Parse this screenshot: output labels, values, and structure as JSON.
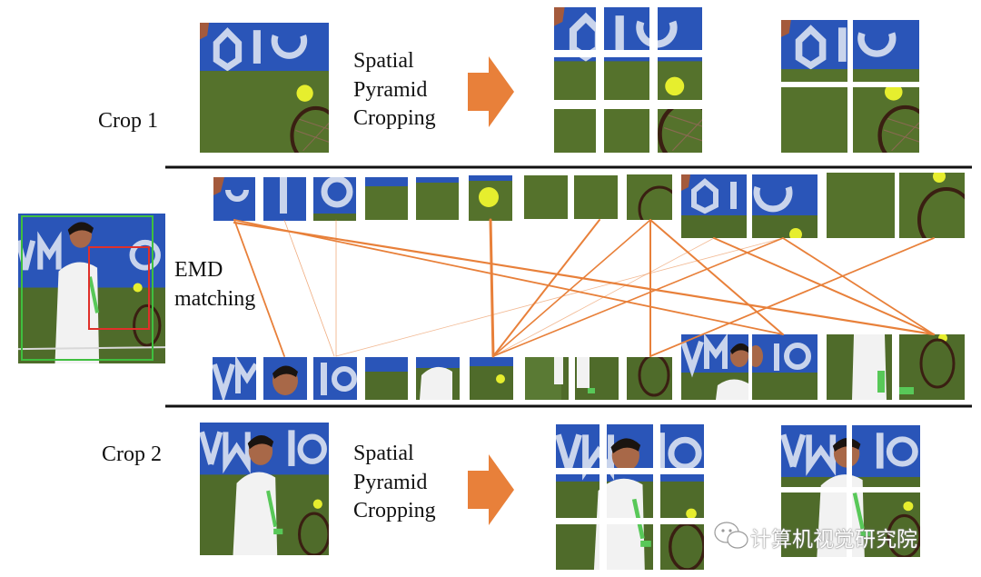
{
  "labels": {
    "crop1": "Crop 1",
    "crop2": "Crop 2",
    "spc_top": [
      "Spatial",
      "Pyramid",
      "Cropping"
    ],
    "spc_bottom": [
      "Spatial",
      "Pyramid",
      "Cropping"
    ],
    "emd": [
      "EMD",
      "matching"
    ]
  },
  "watermark": "计算机视觉研究院",
  "colors": {
    "arrow": "#E8803A",
    "match_line": "#E8803A",
    "divider": "#111111",
    "crop1_box": "#e0302a",
    "crop2_box": "#3fbf3f",
    "banner_blue": "#2a55b8",
    "grass": "#4f6b2a"
  }
}
